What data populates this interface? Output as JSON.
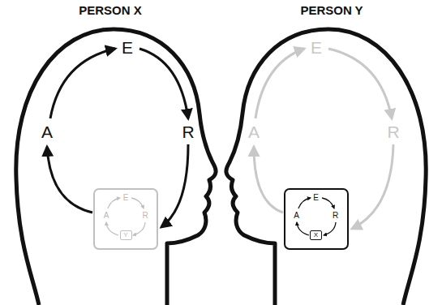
{
  "diagram": {
    "nodes": [
      {
        "text": [
          "PERSON X"
        ]
      },
      {
        "text": [
          "E",
          "R",
          "A"
        ],
        "in": 0
      },
      {
        "text": [
          "Y"
        ],
        "in": 1
      },
      {
        "text": [
          "PERSON Y"
        ]
      },
      {
        "text": [
          "E",
          "R",
          "A"
        ],
        "in": 3
      },
      {
        "text": [
          "X"
        ],
        "in": 4
      }
    ],
    "labels": [
      "E",
      "R",
      "A",
      "E",
      "R",
      "A"
    ]
  }
}
